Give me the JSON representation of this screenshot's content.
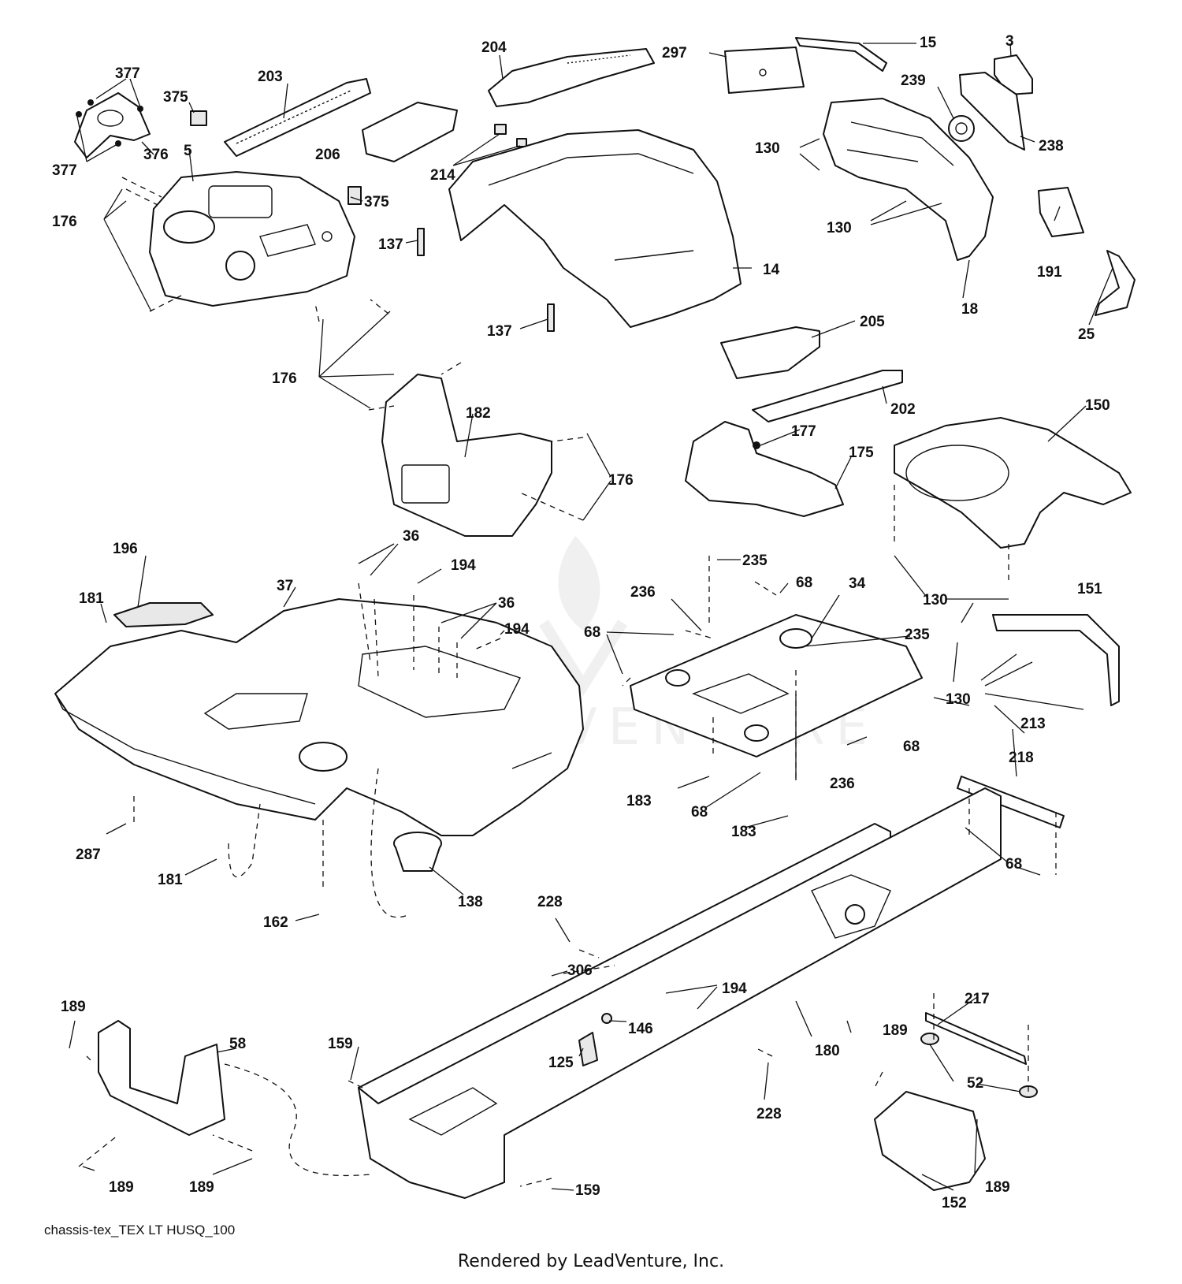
{
  "diagram": {
    "diagram_id": "chassis-tex_TEX LT HUSQ_100",
    "attribution": "Rendered by LeadVenture, Inc.",
    "watermark": "LEADVENTURE",
    "callouts": [
      "204",
      "297",
      "15",
      "3",
      "377",
      "203",
      "375",
      "239",
      "376",
      "206",
      "214",
      "130",
      "238",
      "5",
      "176",
      "375",
      "137",
      "14",
      "130",
      "191",
      "25",
      "18",
      "137",
      "205",
      "176",
      "202",
      "182",
      "150",
      "177",
      "175",
      "176",
      "36",
      "196",
      "194",
      "235",
      "181",
      "37",
      "236",
      "68",
      "34",
      "36",
      "235",
      "68",
      "194",
      "130",
      "151",
      "130",
      "68",
      "213",
      "183",
      "236",
      "218",
      "68",
      "183",
      "287",
      "68",
      "181",
      "138",
      "162",
      "228",
      "306",
      "194",
      "189",
      "146",
      "217",
      "58",
      "159",
      "189",
      "180",
      "125",
      "52",
      "228",
      "189",
      "189",
      "189",
      "159",
      "152"
    ]
  }
}
